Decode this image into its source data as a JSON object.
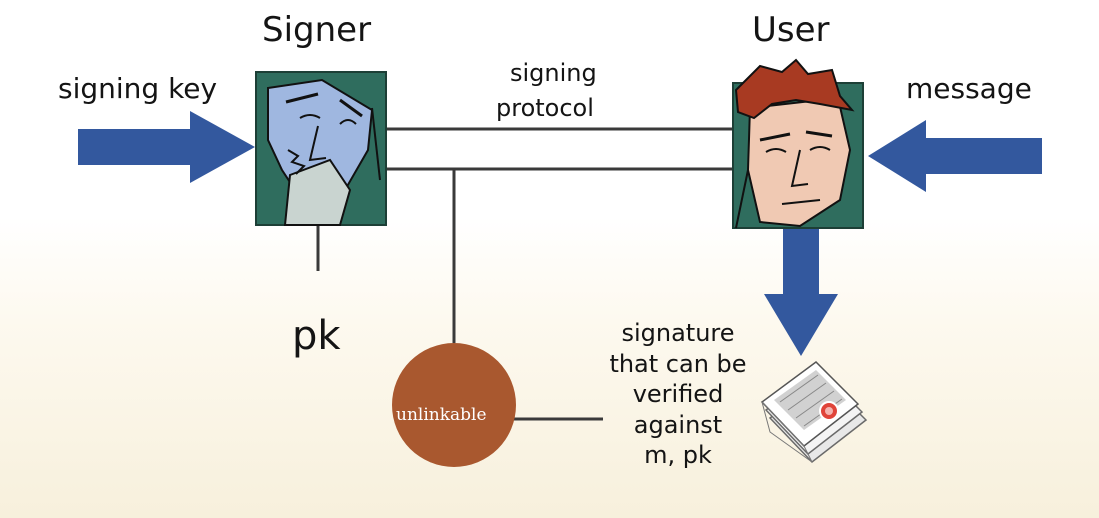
{
  "labels": {
    "signer": "Signer",
    "user": "User",
    "signing_key": "signing key",
    "message": "message",
    "protocol_line1": "signing",
    "protocol_line2": "protocol",
    "pk": "pk",
    "unlinkable": "unlinkable",
    "signature_lines": [
      "signature",
      "that can be",
      "verified",
      "against",
      "m, pk"
    ]
  },
  "colors": {
    "arrow": "#33589e",
    "portrait_bg": "#2f6d5e",
    "unlinkable_circle": "#a9582f",
    "line": "#3a3a3a",
    "user_hair": "#a83a22",
    "user_skin": "#f0c9b3",
    "signer_face": "#9fb7e0",
    "stamp_red": "#e0443a"
  },
  "icons": {
    "signer": "signer-portrait-icon",
    "user": "user-portrait-icon",
    "document": "signed-document-icon"
  }
}
